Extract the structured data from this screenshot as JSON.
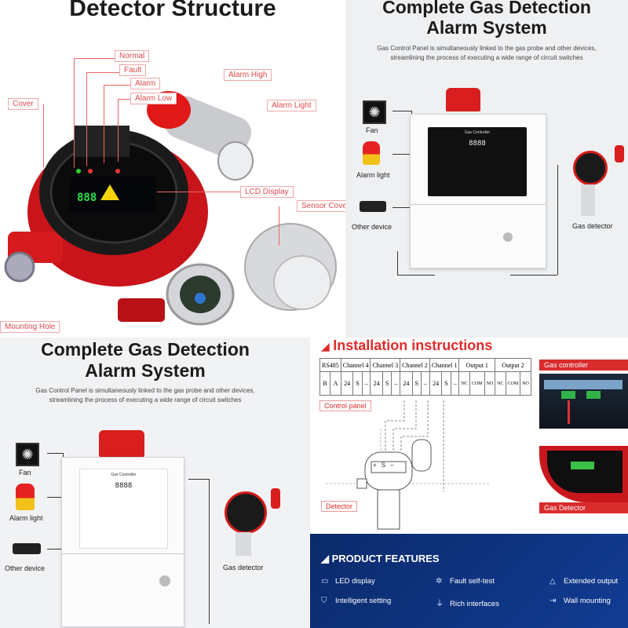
{
  "panel1": {
    "title": "Detector Structure",
    "callouts": [
      "Normal",
      "Fault",
      "Alarm",
      "Alarm Low",
      "Alarm High",
      "Alarm Light",
      "Cover",
      "LCD Display",
      "Sensor Cover",
      "Mounting Hole"
    ],
    "lcd_value": "888"
  },
  "panel2": {
    "title_line1": "Complete Gas Detection",
    "title_line2": "Alarm System",
    "subtitle_line1": "Gas Control Panel is simultaneously linked to the gas probe and other devices,",
    "subtitle_line2": "streamlining the process of executing a wide range of circuit switches",
    "labels": {
      "fan": "Fan",
      "alarm_light": "Alarm light",
      "other_device": "Other device",
      "gas_detector": "Gas detector"
    },
    "controller_title": "Gas Controller",
    "display_value": "8888"
  },
  "panel3": {
    "title_line1": "Complete Gas Detection",
    "title_line2": "Alarm System",
    "subtitle_line1": "Gas Control Panel is simultaneously linked to the gas probe and other devices,",
    "subtitle_line2": "streamlining the process of executing a wide range of circuit switches",
    "labels": {
      "fan": "Fan",
      "alarm_light": "Alarm light",
      "other_device": "Other device",
      "gas_detector": "Gas detector"
    },
    "controller_title": "Gas Controller",
    "display_value": "8888"
  },
  "panel4": {
    "title": "Installation instructions",
    "terminal_groups": [
      "RS485",
      "Channel 4",
      "Channel 3",
      "Channel 2",
      "Channel 1",
      "Output 1",
      "Output 2"
    ],
    "terminal_pins": [
      "B",
      "A",
      "24",
      "S",
      "–",
      "24",
      "S",
      "–",
      "24",
      "S",
      "–",
      "24",
      "S",
      "–",
      "NC",
      "COM",
      "NO",
      "NC",
      "COM",
      "NO"
    ],
    "control_panel": "Control panel",
    "detector": "Detector",
    "gas_controller": "Gas controller",
    "gas_detector": "Gas Detector",
    "detector_pins": [
      "+",
      "S",
      "–"
    ]
  },
  "panel5": {
    "title": "PRODUCT FEATURES",
    "features": [
      {
        "label": "LED display",
        "icon": "display-icon"
      },
      {
        "label": "Fault self-test",
        "icon": "gear-icon"
      },
      {
        "label": "Extended output",
        "icon": "network-icon"
      },
      {
        "label": "Intelligent setting",
        "icon": "shield-icon"
      },
      {
        "label": "Rich interfaces",
        "icon": "plug-icon"
      },
      {
        "label": "Wall mounting",
        "icon": "wall-mount-icon"
      }
    ]
  },
  "colors": {
    "accent_red": "#e12b2b",
    "feature_blue": "#123c93"
  }
}
